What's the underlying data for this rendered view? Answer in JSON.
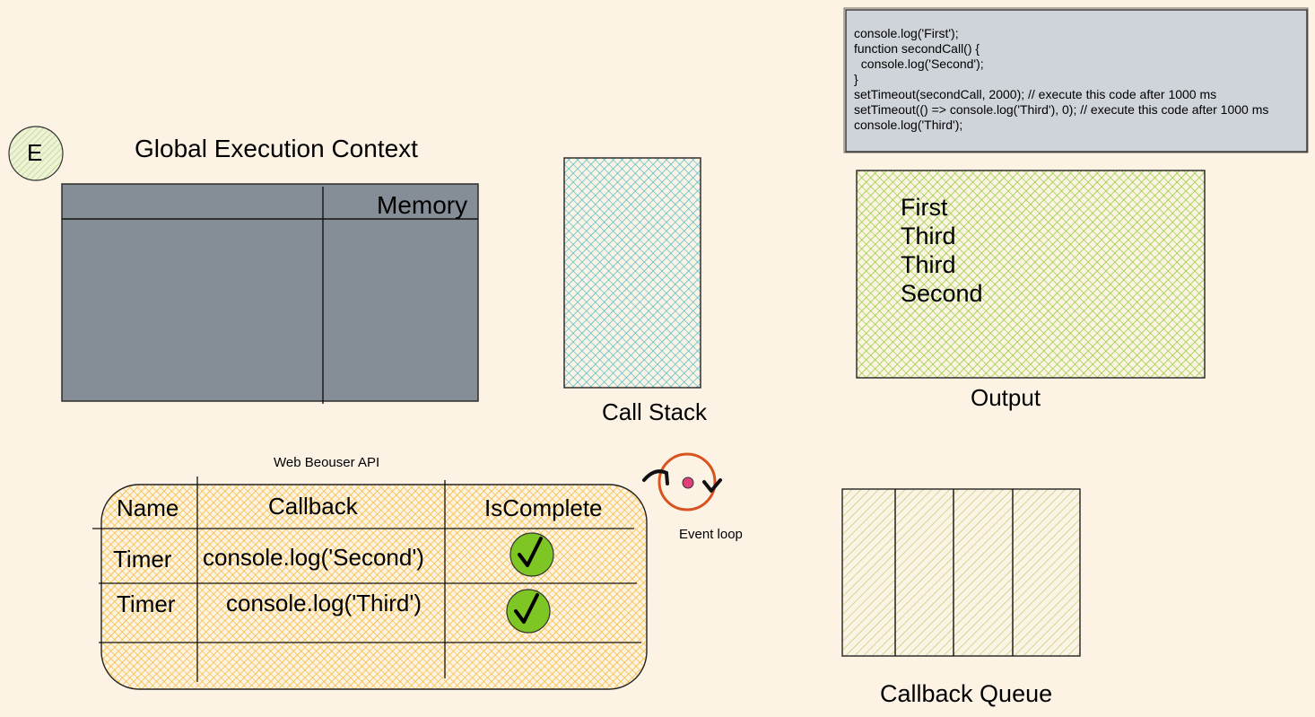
{
  "badge": {
    "letter": "E"
  },
  "gec": {
    "title": "Global Execution Context",
    "memory_label": "Memory"
  },
  "call_stack": {
    "label": "Call Stack"
  },
  "code": {
    "lines": [
      "console.log('First');",
      "function secondCall() {",
      "  console.log('Second');",
      "}",
      "setTimeout(secondCall, 2000); // execute this code after 1000 ms",
      "setTimeout(() => console.log('Third'), 0); // execute this code after 1000 ms",
      "console.log('Third');"
    ]
  },
  "output": {
    "label": "Output",
    "lines": [
      "First",
      "Third",
      "Third",
      "Second"
    ]
  },
  "web_api": {
    "title": "Web Beouser API",
    "headers": {
      "name": "Name",
      "callback": "Callback",
      "is_complete": "IsComplete"
    },
    "rows": [
      {
        "name": "Timer",
        "callback": "console.log('Second')",
        "is_complete": true
      },
      {
        "name": "Timer",
        "callback": "console.log('Third')",
        "is_complete": true
      }
    ]
  },
  "event_loop": {
    "label": "Event loop"
  },
  "callback_queue": {
    "label": "Callback Queue",
    "slots": 4
  },
  "colors": {
    "background": "#fdf3e5",
    "gec_fill": "#858d96",
    "call_stack_hatch": "#3fb8c4",
    "output_hatch": "#8ecb2e",
    "web_api_hatch": "#f5b82e",
    "queue_hatch": "#b7d377",
    "code_fill": "#cfd3da",
    "check_fill": "#7ec623",
    "event_loop_stroke": "#d9531e",
    "event_loop_dot": "#e0407a"
  }
}
